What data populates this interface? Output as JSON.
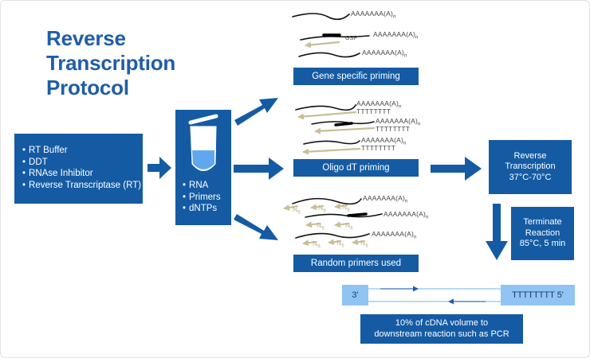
{
  "title": {
    "line1": "Reverse",
    "line2": "Transcription",
    "line3": "Protocol"
  },
  "reagents": {
    "items": [
      "RT Buffer",
      "DDT",
      "RNAse Inhibitor",
      "Reverse Transcriptase (RT)"
    ]
  },
  "tube": {
    "items": [
      "RNA",
      "Primers",
      "dNTPs"
    ]
  },
  "priming": {
    "gene_specific": "Gene specific priming",
    "oligo_dt": "Oligo dT priming",
    "random": "Random primers used"
  },
  "sequences": {
    "polyA": "AAAAAAA(A)",
    "subscript_n": "n",
    "polyT": "TTTTTTTT",
    "gsp": "GSP",
    "n_label": "N",
    "n_sub": "6"
  },
  "reverse_transcription": {
    "line1": "Reverse",
    "line2": "Transcription",
    "line3": "37°C-70°C"
  },
  "terminate": {
    "line1": "Terminate",
    "line2": "Reaction",
    "line3": "85°C, 5 min"
  },
  "cdna": {
    "left_end": "3'",
    "right_end": "TTTTTTTT 5'"
  },
  "note": {
    "line1": "10% of cDNA volume to",
    "line2": "downstream reaction such as PCR"
  },
  "colors": {
    "box_blue": "#155ba4",
    "title_blue": "#1f5da8",
    "light_blue": "#8fc4f3",
    "primer_tan": "#c9bd98",
    "arrow_blue": "#155ba4"
  }
}
